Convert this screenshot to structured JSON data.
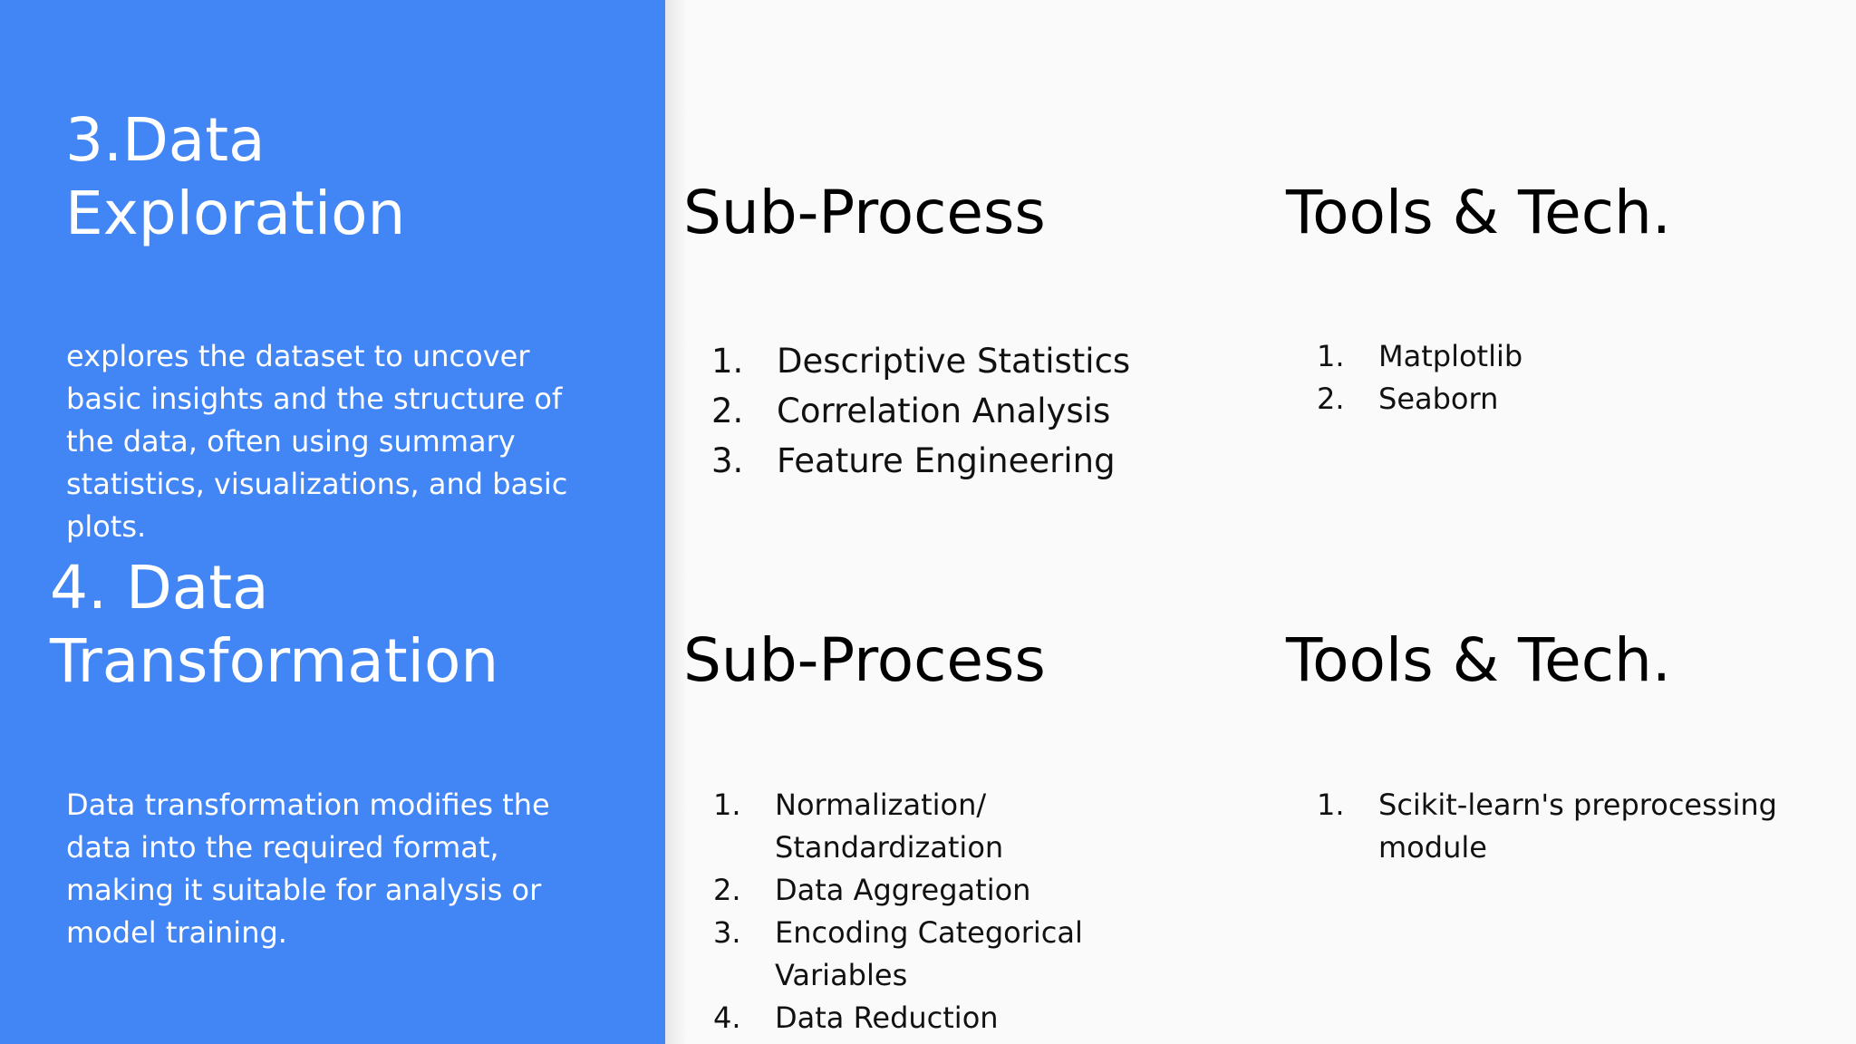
{
  "section3": {
    "title_line1": "3.Data",
    "title_line2": "Exploration",
    "description": "explores the dataset to uncover basic insights and the structure of the data, often using summary statistics, visualizations, and basic plots.",
    "subprocess_heading": "Sub-Process",
    "tools_heading": "Tools & Tech.",
    "subprocess": [
      {
        "num": "1.",
        "text": "Descriptive Statistics"
      },
      {
        "num": "2.",
        "text": "Correlation Analysis"
      },
      {
        "num": "3.",
        "text": "Feature Engineering"
      }
    ],
    "tools": [
      {
        "num": "1.",
        "text": "Matplotlib"
      },
      {
        "num": "2.",
        "text": "Seaborn"
      }
    ]
  },
  "section4": {
    "title_line1": "4. Data",
    "title_line2": "Transformation",
    "description": "Data transformation modifies the data into the required format, making it suitable for analysis or model training.",
    "subprocess_heading": "Sub-Process",
    "tools_heading": "Tools & Tech.",
    "subprocess": [
      {
        "num": "1.",
        "text": "Normalization/ Standardization"
      },
      {
        "num": "2.",
        "text": "Data Aggregation"
      },
      {
        "num": "3.",
        "text": "Encoding Categorical Variables"
      },
      {
        "num": "4.",
        "text": "Data Reduction"
      }
    ],
    "tools": [
      {
        "num": "1.",
        "text": "Scikit-learn's preprocessing module"
      }
    ]
  },
  "colors": {
    "panel": "#4285f4",
    "background": "#fafafa"
  }
}
